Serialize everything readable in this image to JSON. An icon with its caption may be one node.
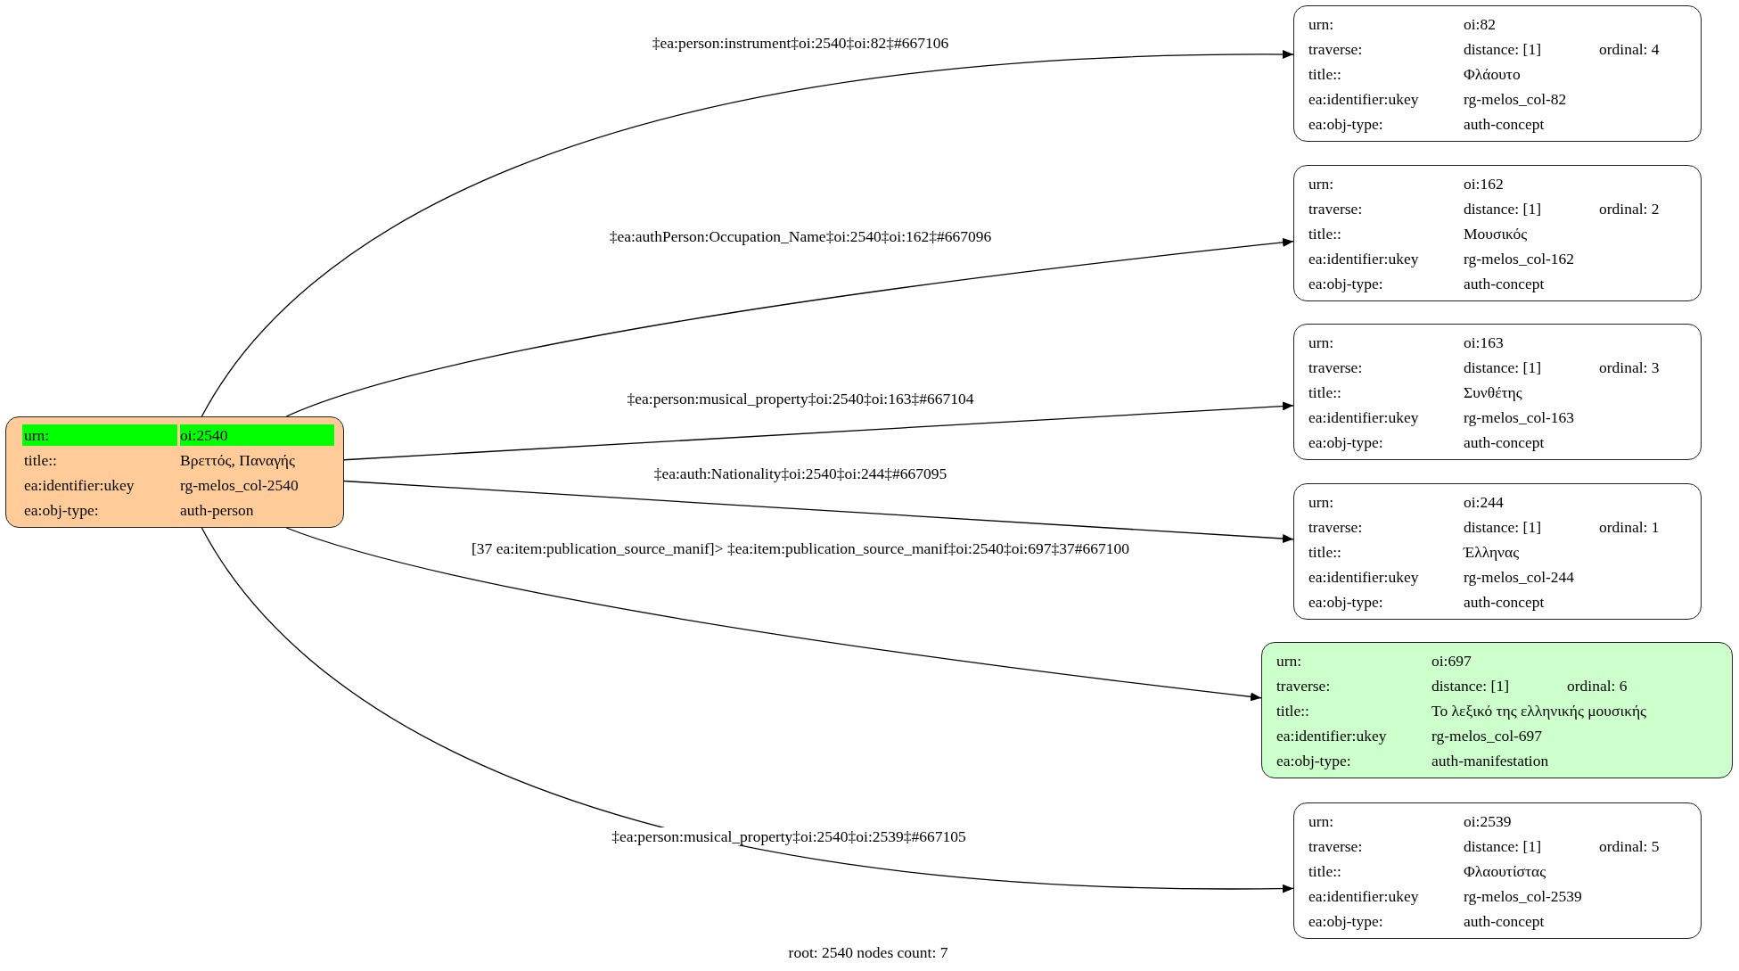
{
  "diagram": {
    "nodes": [
      {
        "text": [
          "urn:",
          "oi:2540",
          "title::",
          "Βρεττός, Παναγής",
          "ea:identifier:ukey",
          "rg-melos_col-2540",
          "ea:obj-type:",
          "auth-person"
        ]
      },
      {
        "text": [
          "urn:",
          "oi:82",
          "traverse:",
          "distance: [1]",
          "ordinal: 4",
          "title::",
          "Φλάουτο",
          "ea:identifier:ukey",
          "rg-melos_col-82",
          "ea:obj-type:",
          "auth-concept"
        ]
      },
      {
        "text": [
          "urn:",
          "oi:162",
          "traverse:",
          "distance: [1]",
          "ordinal: 2",
          "title::",
          "Μουσικός",
          "ea:identifier:ukey",
          "rg-melos_col-162",
          "ea:obj-type:",
          "auth-concept"
        ]
      },
      {
        "text": [
          "urn:",
          "oi:163",
          "traverse:",
          "distance: [1]",
          "ordinal: 3",
          "title::",
          "Συνθέτης",
          "ea:identifier:ukey",
          "rg-melos_col-163",
          "ea:obj-type:",
          "auth-concept"
        ]
      },
      {
        "text": [
          "urn:",
          "oi:244",
          "traverse:",
          "distance: [1]",
          "ordinal: 1",
          "title::",
          "Έλληνας",
          "ea:identifier:ukey",
          "rg-melos_col-244",
          "ea:obj-type:",
          "auth-concept"
        ]
      },
      {
        "text": [
          "urn:",
          "oi:697",
          "traverse:",
          "distance: [1]",
          "ordinal: 6",
          "title::",
          "Το λεξικό της ελληνικής μουσικής",
          "ea:identifier:ukey",
          "rg-melos_col-697",
          "ea:obj-type:",
          "auth-manifestation"
        ]
      },
      {
        "text": [
          "urn:",
          "oi:2539",
          "traverse:",
          "distance: [1]",
          "ordinal: 5",
          "title::",
          "Φλαουτίστας",
          "ea:identifier:ukey",
          "rg-melos_col-2539",
          "ea:obj-type:",
          "auth-concept"
        ]
      }
    ],
    "edges": [
      {
        "from": 0,
        "to": 1,
        "arrow": "to",
        "label": "‡ea:person:instrument‡oi:2540‡oi:82‡#667106"
      },
      {
        "from": 0,
        "to": 2,
        "arrow": "to",
        "label": "‡ea:authPerson:Occupation_Name‡oi:2540‡oi:162‡#667096"
      },
      {
        "from": 0,
        "to": 3,
        "arrow": "to",
        "label": "‡ea:person:musical_property‡oi:2540‡oi:163‡#667104"
      },
      {
        "from": 0,
        "to": 4,
        "arrow": "to",
        "label": "‡ea:auth:Nationality‡oi:2540‡oi:244‡#667095"
      },
      {
        "from": 0,
        "to": 5,
        "arrow": "to",
        "label": "[37 ea:item:publication_source_manif]> ‡ea:item:publication_source_manif‡oi:2540‡oi:697‡37#667100"
      },
      {
        "from": 0,
        "to": 6,
        "arrow": "to",
        "label": "‡ea:person:musical_property‡oi:2540‡oi:2539‡#667105"
      }
    ],
    "labels": [
      "root: 2540 nodes count: 7"
    ]
  }
}
